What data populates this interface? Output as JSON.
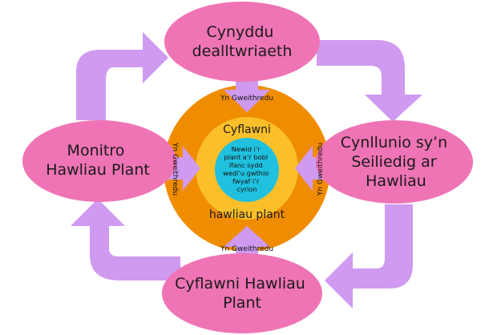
{
  "colors": {
    "pink": "#ef74b5",
    "lilac_arrow": "#cf9af0",
    "orange_ring": "#f08c00",
    "yellow_ring": "#fbbf2a",
    "cyan_core": "#1fc1de"
  },
  "nodes": {
    "top": {
      "line1": "Cynyddu",
      "line2": "dealltwriaeth"
    },
    "right": {
      "line1": "Cynllunio sy’n",
      "line2": "Seiliedig ar",
      "line3": "Hawliau"
    },
    "bottom": {
      "line1": "Cyflawni Hawliau",
      "line2": "Plant"
    },
    "left": {
      "line1": "Monitro",
      "line2": "Hawliau Plant"
    }
  },
  "center": {
    "ring_top": "Cyflawni",
    "ring_bottom": "hawliau plant",
    "core_lines": [
      "Newid i’r",
      "plant a’r bobl",
      "ifanc sydd",
      "wedi’u gwthio",
      "fwyaf i’r",
      "cyrion"
    ]
  },
  "connectors": {
    "top": "Yn Gweithredu",
    "bottom": "Yn Gweithredu",
    "left": "Yn Gweithredu",
    "right": "Yn Gweithredu"
  }
}
